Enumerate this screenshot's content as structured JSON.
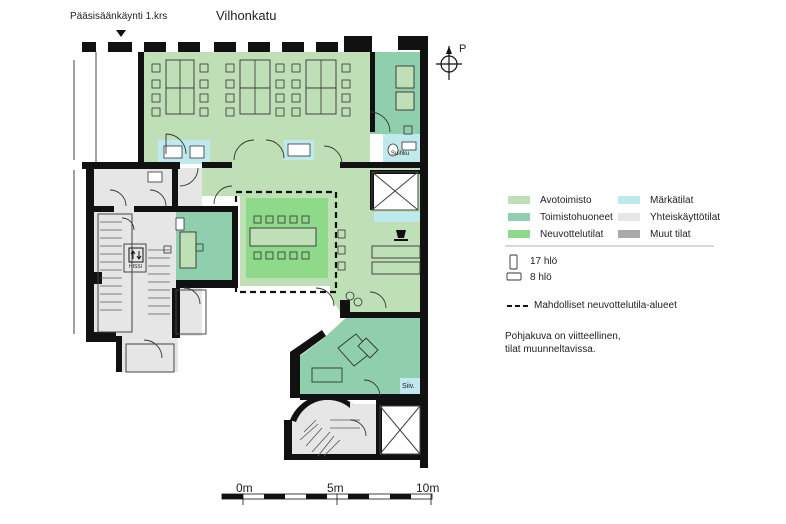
{
  "header": {
    "entrance_label": "Pääsisäänkäynti 1.krs",
    "street_label": "Vilhonkatu",
    "north_label": "P"
  },
  "rooms": {
    "shower": "Suihku",
    "cleaning": "Siiv.",
    "lift": "HISSI"
  },
  "legend": {
    "items": [
      {
        "label": "Avotoimisto",
        "color": "#bfe0b6"
      },
      {
        "label": "Märkätilat",
        "color": "#bfe9ec"
      },
      {
        "label": "Toimistohuoneet",
        "color": "#8fcfae"
      },
      {
        "label": "Yhteiskäyttötilat",
        "color": "#e6e6e6"
      },
      {
        "label": "Neuvottelutilat",
        "color": "#8ed98a"
      },
      {
        "label": "Muut tilat",
        "color": "#a9a9a9"
      }
    ],
    "capacity": [
      {
        "label": "17 hlö"
      },
      {
        "label": "8 hlö"
      }
    ],
    "dashed_label": "Mahdolliset neuvottelutila-alueet",
    "note_line1": "Pohjakuva on viitteellinen,",
    "note_line2": "tilat muunneltavissa."
  },
  "scale": {
    "ticks": [
      "0m",
      "5m",
      "10m"
    ]
  }
}
